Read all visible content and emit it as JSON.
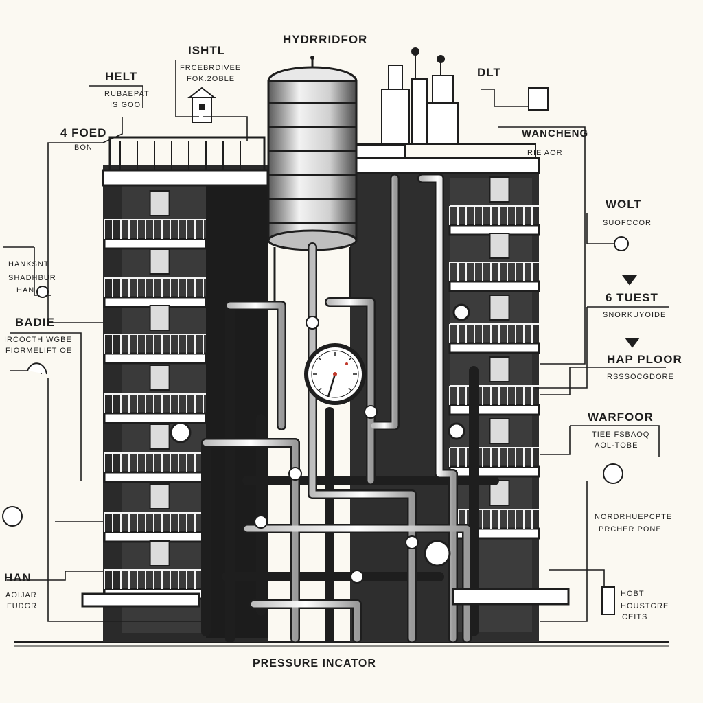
{
  "labels": {
    "top_title": "HYDRRIDFOR",
    "isht_title": "ISHTL",
    "isht_sub1": "FRCEBRDIVEE",
    "isht_sub2": "FOK.2OBLE",
    "helt_title": "HELT",
    "helt_sub1": "RUBAEPAT",
    "helt_sub2": "IS GOO",
    "foed_title": "4 FOED",
    "foed_sub": "BON",
    "hanksnt_1": "HANKSNT",
    "hanksnt_2": "SHADHBUR",
    "hanksnt_3": "HAN",
    "badie_title": "BADIE",
    "badie_sub1": "IRCOCTH WGBE",
    "badie_sub2": "FIORMELIFT OE",
    "han_title": "HAN",
    "han_sub1": "AOIJAR",
    "han_sub2": "FUDGR",
    "dlt_title": "DLT",
    "wancheng_title": "WANCHENG",
    "wancheng_sub": "RIE AOR",
    "wolt_title": "WOLT",
    "wolt_sub": "SUOFCCOR",
    "guest_title": "6 TUEST",
    "guest_sub": "SNORKUYOIDE",
    "hap_title": "HAP PLOOR",
    "hap_sub": "RSSSOCGDORE",
    "warfoor_title": "WARFOOR",
    "warfoor_sub1": "TIEE FSBAOQ",
    "warfoor_sub2": "AOL-TOBE",
    "nordr_1": "NORDRHUEPCPTE",
    "nordr_2": "PRCHER PONE",
    "hobt_1": "HOBT",
    "hobt_2": "HOUSTGRE",
    "hobt_3": "CEITS",
    "caption": "PRESSURE INCATOR"
  },
  "colors": {
    "ink": "#1e1e1e",
    "paper": "#fbf9f2",
    "gauge_accent": "#c0392b"
  }
}
